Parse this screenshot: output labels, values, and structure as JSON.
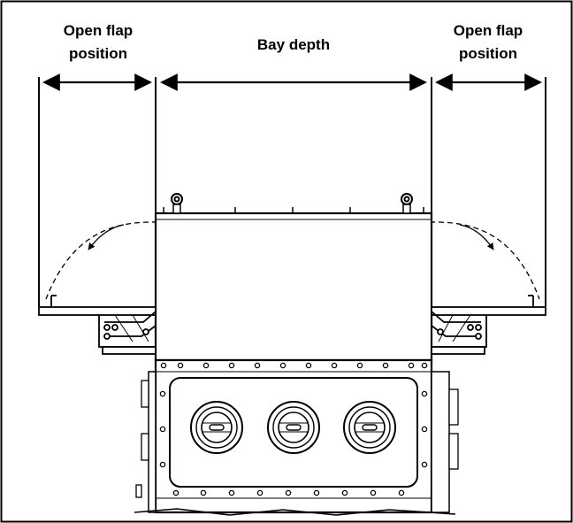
{
  "labels": {
    "left_line1": "Open flap",
    "left_line2": "position",
    "center": "Bay depth",
    "right_line1": "Open flap",
    "right_line2": "position"
  },
  "colors": {
    "stroke": "#000000",
    "background": "#ffffff"
  }
}
